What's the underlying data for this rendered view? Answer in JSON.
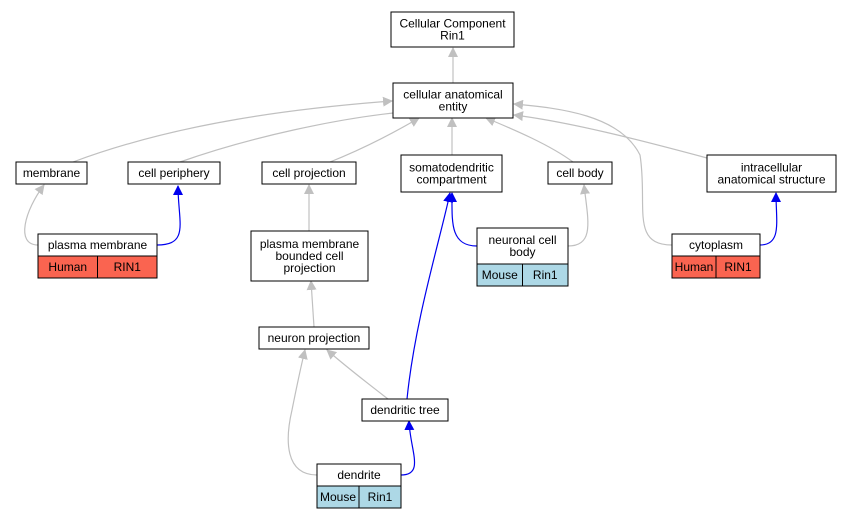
{
  "colors": {
    "edge_gray": "#c0c0c0",
    "edge_blue": "#0000ee",
    "human_tag": "#fa6450",
    "mouse_tag": "#add8e6"
  },
  "nodes": {
    "cc": {
      "lines": [
        "Cellular Component",
        "Rin1"
      ]
    },
    "cae": {
      "lines": [
        "cellular anatomical",
        "entity"
      ]
    },
    "membrane": {
      "lines": [
        "membrane"
      ]
    },
    "periphery": {
      "lines": [
        "cell periphery"
      ]
    },
    "projection": {
      "lines": [
        "cell projection"
      ]
    },
    "somato": {
      "lines": [
        "somatodendritic",
        "compartment"
      ]
    },
    "cellbody": {
      "lines": [
        "cell body"
      ]
    },
    "intracell": {
      "lines": [
        "intracellular",
        "anatomical structure"
      ]
    },
    "plasma": {
      "lines": [
        "plasma membrane"
      ],
      "tags": [
        {
          "label": "Human",
          "kind": "human"
        },
        {
          "label": "RIN1",
          "kind": "human"
        }
      ]
    },
    "pmbcp": {
      "lines": [
        "plasma membrane",
        "bounded cell",
        "projection"
      ]
    },
    "ncb": {
      "lines": [
        "neuronal cell",
        "body"
      ],
      "tags": [
        {
          "label": "Mouse",
          "kind": "mouse"
        },
        {
          "label": "Rin1",
          "kind": "mouse"
        }
      ]
    },
    "cytoplasm": {
      "lines": [
        "cytoplasm"
      ],
      "tags": [
        {
          "label": "Human",
          "kind": "human"
        },
        {
          "label": "RIN1",
          "kind": "human"
        }
      ]
    },
    "neuronproj": {
      "lines": [
        "neuron projection"
      ]
    },
    "dtree": {
      "lines": [
        "dendritic tree"
      ]
    },
    "dendrite": {
      "lines": [
        "dendrite"
      ],
      "tags": [
        {
          "label": "Mouse",
          "kind": "mouse"
        },
        {
          "label": "Rin1",
          "kind": "mouse"
        }
      ]
    }
  },
  "edges": [
    {
      "from": "cae",
      "to": "cc",
      "color": "gray"
    },
    {
      "from": "membrane",
      "to": "cae",
      "color": "gray"
    },
    {
      "from": "periphery",
      "to": "cae",
      "color": "gray"
    },
    {
      "from": "projection",
      "to": "cae",
      "color": "gray"
    },
    {
      "from": "somato",
      "to": "cae",
      "color": "gray"
    },
    {
      "from": "cellbody",
      "to": "cae",
      "color": "gray"
    },
    {
      "from": "intracell",
      "to": "cae",
      "color": "gray"
    },
    {
      "from": "cytoplasm",
      "to": "cae",
      "color": "gray"
    },
    {
      "from": "plasma",
      "to": "membrane",
      "color": "gray"
    },
    {
      "from": "plasma",
      "to": "periphery",
      "color": "blue"
    },
    {
      "from": "pmbcp",
      "to": "projection",
      "color": "gray"
    },
    {
      "from": "ncb",
      "to": "somato",
      "color": "blue"
    },
    {
      "from": "ncb",
      "to": "cellbody",
      "color": "gray"
    },
    {
      "from": "cytoplasm",
      "to": "intracell",
      "color": "blue"
    },
    {
      "from": "neuronproj",
      "to": "pmbcp",
      "color": "gray"
    },
    {
      "from": "dtree",
      "to": "somato",
      "color": "blue"
    },
    {
      "from": "dtree",
      "to": "neuronproj",
      "color": "gray"
    },
    {
      "from": "dendrite",
      "to": "dtree",
      "color": "blue"
    },
    {
      "from": "dendrite",
      "to": "neuronproj",
      "color": "gray"
    }
  ]
}
